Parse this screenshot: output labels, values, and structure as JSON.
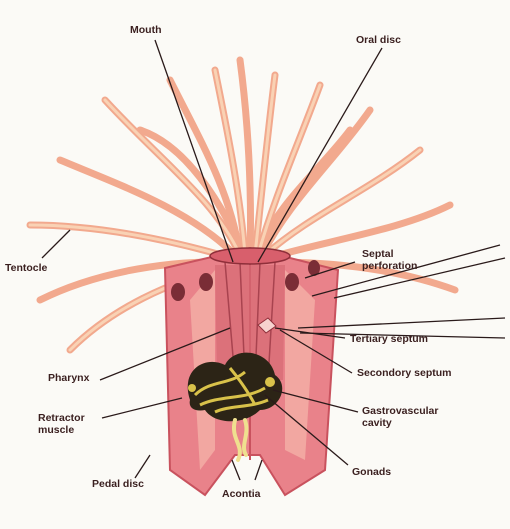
{
  "labels": {
    "mouth": "Mouth",
    "oral_disc": "Oral disc",
    "tentacle": "Tentocle",
    "septal_perforation": "Septal\nperforation",
    "tertiary_septum": "Tertiary septum",
    "pharynx": "Pharynx",
    "secondary_septum": "Secondory septum",
    "retractor_muscle": "Retractor\nmuscle",
    "gastrovascular_cavity": "Gastrovascular\ncavity",
    "gonads": "Gonads",
    "pedal_disc": "Pedal disc",
    "acontia": "Acontia"
  },
  "colors": {
    "tentacle": "#f2a98e",
    "tentacle_light": "#f9d2b4",
    "body": "#e9828a",
    "body_dark": "#c9525e",
    "inner": "#f4b3a8",
    "gonad_dark": "#2c2416",
    "gonad_yellow": "#d9c24a",
    "line": "#2a1a1a"
  }
}
